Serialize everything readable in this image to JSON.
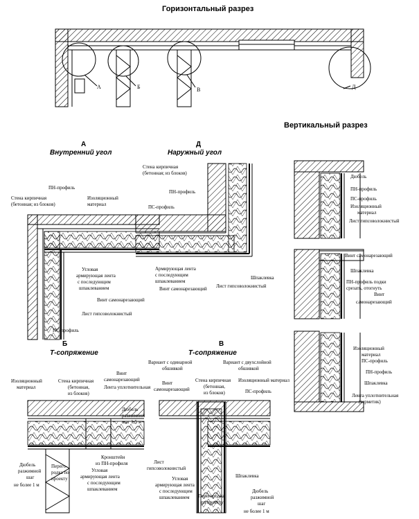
{
  "titles": {
    "horizontal": "Горизонтальный разрез",
    "vertical": "Вертикальный разрез"
  },
  "plan_marks": {
    "a": "А",
    "b": "Б",
    "v": "В",
    "d": "Д"
  },
  "detail_a": {
    "letter": "А",
    "title": "Внутренний угол",
    "labels": {
      "pn_profile": "ПН-профиль",
      "wall_line1": "Стена кирпичная",
      "wall_line2": "(бетонная; из блоков)",
      "insul_line1": "Изоляционный",
      "insul_line2": "материал",
      "tape_line1": "Угловая",
      "tape_line2": "армирующая лента",
      "tape_line3": "с последующим",
      "tape_line4": "шпаклеванием",
      "screw": "Винт самонарезающий",
      "sheet": "Лист гипсоволокнистый",
      "ps_profile": "ПС-профиль"
    }
  },
  "detail_d": {
    "letter": "Д",
    "title": "Наружный угол",
    "labels": {
      "wall_line1": "Стена кирпичная",
      "wall_line2": "(бетонная; из блоков)",
      "pn_profile": "ПН-профиль",
      "ps_profile": "ПС-профиль",
      "tape_line1": "Армирующая лента",
      "tape_line2": "с последующим",
      "tape_line3": "шпаклеванием",
      "screw": "Винт самонарезающий",
      "putty": "Шпаклевка",
      "sheet": "Лист гипсоволокнистый"
    }
  },
  "detail_b": {
    "letter": "Б",
    "title": "Т-сопряжение",
    "labels": {
      "insul_line1": "Изоляционный",
      "insul_line2": "материал",
      "wall_line1": "Стена кирпичная",
      "wall_line2": "(бетонная,",
      "wall_line3": "из блоков)",
      "screw_line1": "Винт",
      "screw_line2": "самонарезающий",
      "seal": "Лента уплотнительная",
      "dowel_r_line1": "Дюбель",
      "dowel_r_line2": "разжимной",
      "dowel_r_line3": "шаг 1,5 м",
      "bracket_line1": "Кронштейн",
      "bracket_line2": "из ПН-профиля",
      "tape_line1": "Угловая",
      "tape_line2": "армирующая лента",
      "tape_line3": "с последующим",
      "tape_line4": "шпаклеванием",
      "dowel_l_line1": "Дюбель",
      "dowel_l_line2": "разжимной",
      "dowel_l_line3": "шаг",
      "dowel_l_line4": "не более 1 м",
      "partition_line1": "Перего-",
      "partition_line2": "родка по",
      "partition_line3": "проекту"
    }
  },
  "detail_v": {
    "letter": "В",
    "title": "Т-сопряжение",
    "labels": {
      "single_line1": "Вариант с одинарной",
      "single_line2": "обшивкой",
      "double_line1": "Вариант с двухслойной",
      "double_line2": "обшивкой",
      "screw_line1": "Винт",
      "screw_line2": "самонарезающий",
      "wall_line1": "Стена кирпичная",
      "wall_line2": "(бетонная,",
      "wall_line3": "из блоков)",
      "insul": "Изоляционный материал",
      "ps_profile": "ПС-профиль",
      "sheet_line1": "Лист",
      "sheet_line2": "гипсоволокнистый",
      "tape_line1": "Угловая",
      "tape_line2": "армирующая лента",
      "tape_line3": "с последующим",
      "tape_line4": "шпаклеванием",
      "putty": "Шпаклевка",
      "partition_line1": "Перегородка",
      "partition_line2": "по проекту",
      "dowel_line1": "Дюбель",
      "dowel_line2": "разжимной",
      "dowel_line3": "шаг",
      "dowel_line4": "не более 1 м"
    }
  },
  "vertical_section": {
    "top": {
      "dowel": "Дюбель",
      "pn_profile": "ПН-профиль",
      "ps_profile": "ПС-профиль",
      "insul_line1": "Изоляционный",
      "insul_line2": "материал",
      "sheet": "Лист гипсоволокнистый"
    },
    "middle": {
      "screw": "Винт самонарезающий",
      "putty": "Шпаклевка",
      "pn_line1": "ПН-профиль подки",
      "pn_line2": "срезать, отогнуть",
      "screw2_line1": "Винт",
      "screw2_line2": "самонарезающий"
    },
    "bottom": {
      "insul_line1": "Изоляционный",
      "insul_line2": "материал",
      "ps_profile": "ПС-профиль",
      "pn_profile": "ПН-профиль",
      "putty": "Шпаклевка",
      "seal_line1": "Лента уплотнительная",
      "seal_line2": "(герметик)"
    }
  }
}
